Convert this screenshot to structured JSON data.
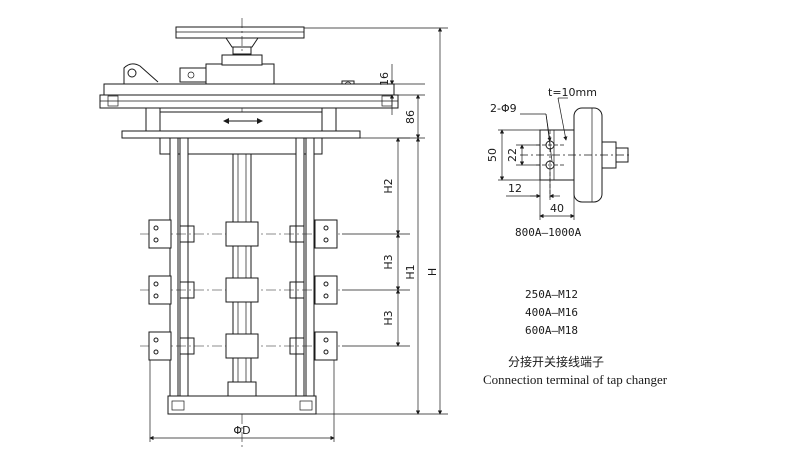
{
  "main_view": {
    "dim_16": "16",
    "dim_86": "86",
    "dim_h2": "H2",
    "dim_h3_upper": "H3",
    "dim_h3_lower": "H3",
    "dim_h1": "H1",
    "dim_h": "H",
    "dim_diameter": "ΦD"
  },
  "terminal_detail": {
    "thickness_label": "t=10mm",
    "hole_label": "2-Φ9",
    "dim_50": "50",
    "dim_22": "22",
    "dim_12": "12",
    "dim_40": "40",
    "rating": "800A—1000A"
  },
  "bolt_specs": [
    "250A—M12",
    "400A—M16",
    "600A—M18"
  ],
  "caption": {
    "chinese": "分接开关接线端子",
    "english": "Connection terminal of tap changer"
  }
}
